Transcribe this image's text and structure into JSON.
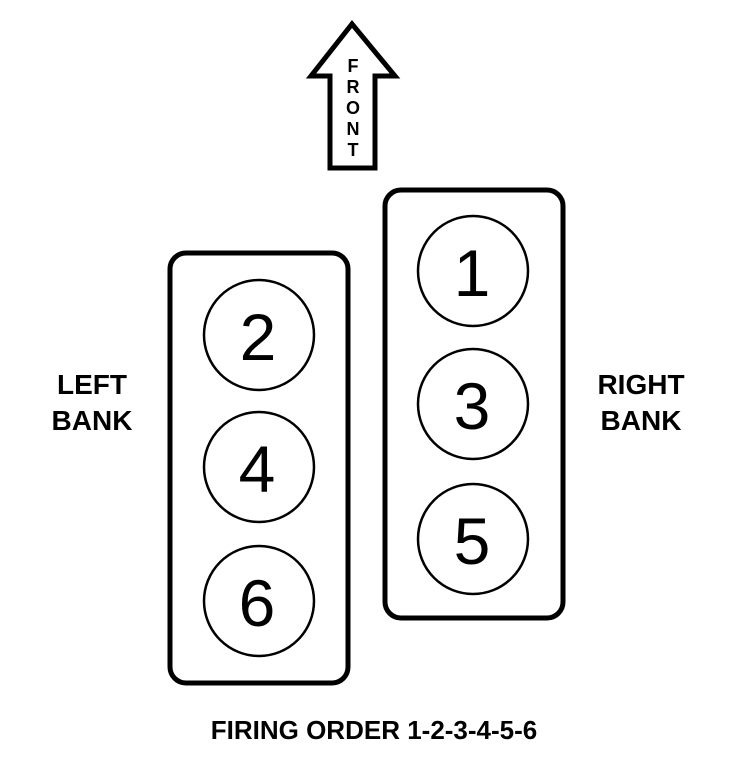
{
  "front_arrow": {
    "letters": [
      "F",
      "R",
      "O",
      "N",
      "T"
    ]
  },
  "left_bank": {
    "label_line1": "LEFT",
    "label_line2": "BANK",
    "cylinders": [
      "2",
      "4",
      "6"
    ]
  },
  "right_bank": {
    "label_line1": "RIGHT",
    "label_line2": "BANK",
    "cylinders": [
      "1",
      "3",
      "5"
    ]
  },
  "firing_order": "FIRING ORDER 1-2-3-4-5-6"
}
